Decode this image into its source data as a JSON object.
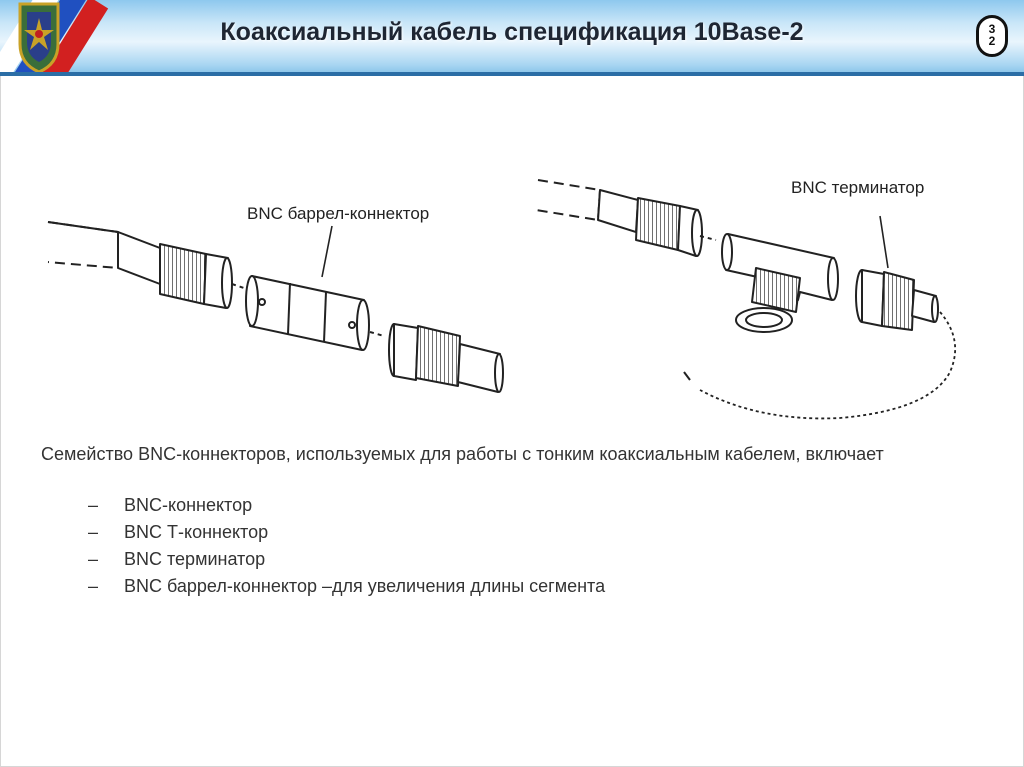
{
  "header": {
    "title": "Коаксиальный кабель спецификация 10Base-2",
    "page_number": "32",
    "page_digits": [
      "3",
      "2"
    ]
  },
  "figure": {
    "label_barrel": "BNC баррел-коннектор",
    "label_terminator": "BNC терминатор",
    "icons": [
      "coat-of-arms-icon",
      "bnc-connector-icon",
      "bnc-barrel-icon",
      "bnc-t-connector-icon",
      "bnc-terminator-icon"
    ]
  },
  "body": {
    "description": "Семейство BNC-коннекторов, используемых для работы с тонким коаксиальным кабелем, включает",
    "dash": "–",
    "items": [
      "BNC-коннектор",
      "BNC Т-коннектор",
      "BNC терминатор",
      "BNC баррел-коннектор –для увеличения длины сегмента"
    ]
  },
  "colors": {
    "header_blue": "#2b6ea6",
    "header_light": "#c9e6f8",
    "text": "#333333",
    "title": "#1e2633"
  }
}
